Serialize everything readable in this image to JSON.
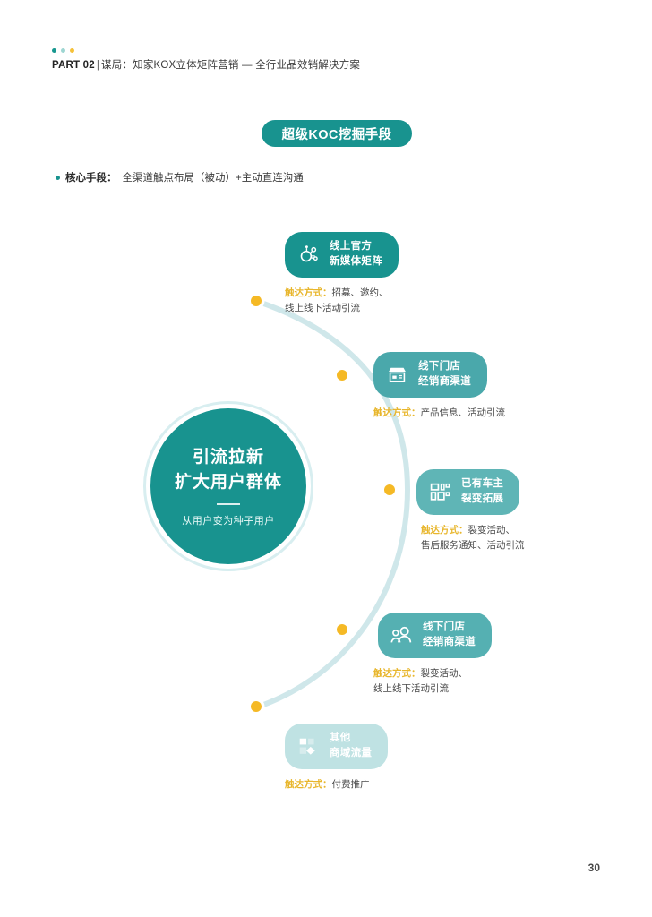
{
  "header": {
    "part": "PART 02",
    "separator": "|",
    "breadcrumb": "谋局：知家KOX立体矩阵营销 — 全行业品效销解决方案",
    "dots": [
      "#17978f",
      "#9ed6d2",
      "#f5c13a"
    ]
  },
  "title_pill": {
    "label": "超级KOC挖掘手段"
  },
  "core": {
    "label": "核心手段：",
    "text": "全渠道触点布局（被动）+主动直连沟通"
  },
  "hub": {
    "line1": "引流拉新",
    "line2": "扩大用户群体",
    "subtitle": "从用户变为种子用户"
  },
  "colors": {
    "teal_dark": "#18938f",
    "teal_mid": "#4aa8ab",
    "teal_light": "#74bfc0",
    "teal_pale": "#bfe2e3",
    "arc": "#cfe7ea",
    "dot": "#f5b925",
    "accent_yellow": "#e8b62c"
  },
  "nodes": [
    {
      "id": "online-official",
      "icon": "network-node-icon",
      "title_line1": "线上官方",
      "title_line2": "新媒体矩阵",
      "card_color": "#18938f",
      "desc_label": "触达方式：",
      "desc_line1": "招募、邀约、",
      "desc_line2": "线上线下活动引流",
      "faded": false
    },
    {
      "id": "offline-store-dealer",
      "icon": "storefront-icon",
      "title_line1": "线下门店",
      "title_line2": "经销商渠道",
      "card_color": "#4aa8ab",
      "desc_label": "触达方式：",
      "desc_line1": "产品信息、活动引流",
      "desc_line2": "",
      "faded": false
    },
    {
      "id": "existing-owners",
      "icon": "grid-blocks-icon",
      "title_line1": "已有车主",
      "title_line2": "裂变拓展",
      "card_color": "#5fb5b6",
      "desc_label": "触达方式：",
      "desc_line1": "裂变活动、",
      "desc_line2": "售后服务通知、活动引流",
      "faded": false
    },
    {
      "id": "offline-store-people",
      "icon": "people-icon",
      "title_line1": "线下门店",
      "title_line2": "经销商渠道",
      "card_color": "#55b0b2",
      "desc_label": "触达方式：",
      "desc_line1": "裂变活动、",
      "desc_line2": "线上线下活动引流",
      "faded": false
    },
    {
      "id": "other-commercial-traffic",
      "icon": "shapes-icon",
      "title_line1": "其他",
      "title_line2": "商域流量",
      "card_color": "#bfe2e3",
      "desc_label": "触达方式：",
      "desc_line1": "付费推广",
      "desc_line2": "",
      "faded": true
    }
  ],
  "page": {
    "number": "30"
  }
}
